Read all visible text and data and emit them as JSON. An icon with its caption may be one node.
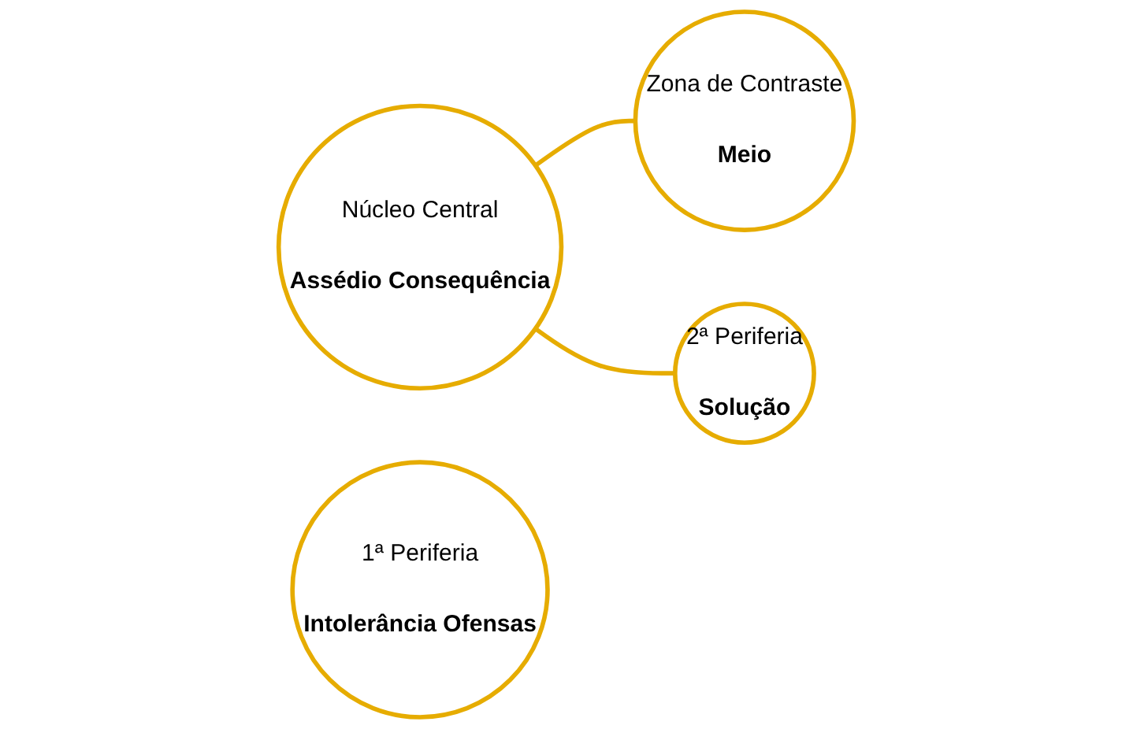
{
  "diagram": {
    "nodes": [
      {
        "text": [
          "Núcleo Central",
          "Assédio Consequência"
        ]
      },
      {
        "text": [
          "1ª Periferia",
          "Intolerância Ofensas"
        ]
      },
      {
        "text": [
          "Zona de Contraste",
          "Meio"
        ]
      },
      {
        "text": [
          "2ª Periferia",
          "Solução"
        ]
      }
    ],
    "edges": [
      {
        "from": 0,
        "to": 2,
        "arrow": "none"
      },
      {
        "from": 0,
        "to": 3,
        "arrow": "none"
      }
    ]
  }
}
